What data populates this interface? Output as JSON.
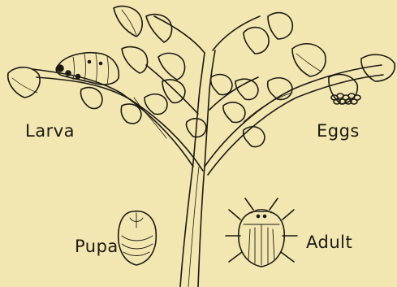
{
  "labels": {
    "larva": "Larva",
    "eggs": "Eggs",
    "pupa": "Pupa",
    "adult": "Adult"
  },
  "colors": {
    "background": "#f3e7b1",
    "ink": "#1c1a14"
  }
}
